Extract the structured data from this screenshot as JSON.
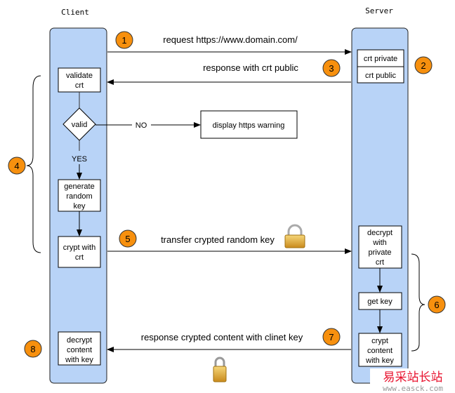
{
  "lanes": {
    "client": "Client",
    "server": "Server"
  },
  "client_steps": {
    "validate": [
      "validate",
      "crt"
    ],
    "valid": "valid",
    "yes": "YES",
    "no": "NO",
    "generate": [
      "generate",
      "random",
      "key"
    ],
    "crypt": [
      "crypt with",
      "crt"
    ],
    "decrypt": [
      "decrypt",
      "content",
      "with key"
    ]
  },
  "warning": "display https warning",
  "server_steps": {
    "crt_private": "crt private",
    "crt_public": "crt public",
    "decrypt": [
      "decrypt",
      "with",
      "private",
      "crt"
    ],
    "get_key": "get key",
    "crypt": [
      "crypt",
      "content",
      "with key"
    ]
  },
  "messages": {
    "request": "request https://www.domain.com/",
    "response": "response with crt public",
    "transfer": "transfer crypted random key",
    "content": "response crypted content with clinet key"
  },
  "step_numbers": [
    "1",
    "2",
    "3",
    "4",
    "5",
    "6",
    "7",
    "8"
  ],
  "watermark": {
    "cn": "易采站长站",
    "url": "www.easck.com"
  },
  "colors": {
    "lane": "#b8d3f7",
    "badge": "#f7900e",
    "watermark": "#e8112d"
  }
}
